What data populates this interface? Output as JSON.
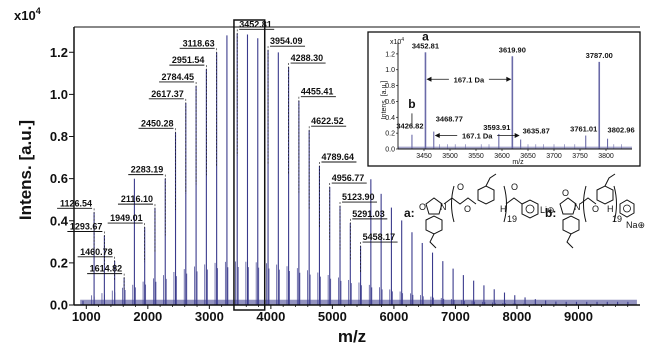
{
  "chart_data": [
    {
      "type": "line",
      "title": "",
      "xlabel": "m/z",
      "ylabel": "Intens. [a.u.]",
      "y_multiplier": "x10",
      "y_multiplier_exp": "4",
      "xlim": [
        800,
        10000
      ],
      "ylim": [
        0,
        1.32
      ],
      "x_ticks": [
        1000,
        2000,
        3000,
        4000,
        5000,
        6000,
        7000,
        8000,
        9000
      ],
      "x_tick_labels": [
        "1000",
        "2000",
        "3000",
        "4000",
        "5000",
        "6000",
        "7000",
        "8000",
        "9000"
      ],
      "y_ticks": [
        0.0,
        0.2,
        0.4,
        0.6,
        0.8,
        1.0,
        1.2
      ],
      "y_tick_labels": [
        "0.0",
        "0.2",
        "0.4",
        "0.6",
        "0.8",
        "1.0",
        "1.2"
      ],
      "series_color": "#3a3a8c",
      "highlight_box_x": [
        3400,
        3900
      ],
      "labeled_peaks": [
        {
          "x": 1126.54,
          "y": 0.44,
          "label": "1126.54"
        },
        {
          "x": 1293.67,
          "y": 0.33,
          "label": "1293.67"
        },
        {
          "x": 1460.78,
          "y": 0.21,
          "label": "1460.78"
        },
        {
          "x": 1614.82,
          "y": 0.13,
          "label": "1614.82"
        },
        {
          "x": 1949.01,
          "y": 0.37,
          "label": "1949.01"
        },
        {
          "x": 2116.1,
          "y": 0.46,
          "label": "2116.10"
        },
        {
          "x": 2283.19,
          "y": 0.6,
          "label": "2283.19"
        },
        {
          "x": 2450.28,
          "y": 0.82,
          "label": "2450.28"
        },
        {
          "x": 2617.37,
          "y": 0.96,
          "label": "2617.37"
        },
        {
          "x": 2784.45,
          "y": 1.04,
          "label": "2784.45"
        },
        {
          "x": 2951.54,
          "y": 1.12,
          "label": "2951.54"
        },
        {
          "x": 3118.63,
          "y": 1.2,
          "label": "3118.63"
        },
        {
          "x": 3452.81,
          "y": 1.29,
          "label": "3452.81"
        },
        {
          "x": 3954.09,
          "y": 1.21,
          "label": "3954.09"
        },
        {
          "x": 4288.3,
          "y": 1.13,
          "label": "4288.30"
        },
        {
          "x": 4455.41,
          "y": 0.97,
          "label": "4455.41"
        },
        {
          "x": 4622.52,
          "y": 0.83,
          "label": "4622.52"
        },
        {
          "x": 4789.64,
          "y": 0.66,
          "label": "4789.64"
        },
        {
          "x": 4956.77,
          "y": 0.56,
          "label": "4956.77"
        },
        {
          "x": 5123.9,
          "y": 0.47,
          "label": "5123.90"
        },
        {
          "x": 5291.03,
          "y": 0.39,
          "label": "5291.03"
        },
        {
          "x": 5458.17,
          "y": 0.28,
          "label": "5458.17"
        }
      ],
      "peak_spacing": 167.1,
      "envelope": {
        "start": 900,
        "end": 9900,
        "peak_x": 3452.81,
        "peak_y": 1.29
      }
    },
    {
      "type": "line",
      "title": "",
      "xlabel": "m/z",
      "ylabel": "Intens. [a.u.]",
      "y_multiplier": "x10",
      "y_multiplier_exp": "4",
      "xlim": [
        3400,
        3850
      ],
      "ylim": [
        0,
        1.35
      ],
      "x_ticks": [
        3450,
        3500,
        3550,
        3600,
        3650,
        3700,
        3750,
        3800
      ],
      "x_tick_labels": [
        "3450",
        "3500",
        "3550",
        "3600",
        "3650",
        "3700",
        "3750",
        "3800"
      ],
      "y_ticks": [
        0.0,
        0.2,
        0.4,
        0.6,
        0.8,
        1.0,
        1.2
      ],
      "y_tick_labels": [
        "0.0",
        "0.2",
        "0.4",
        "0.6",
        "0.8",
        "1.0",
        "1.2"
      ],
      "peaks": [
        {
          "x": 3426.82,
          "y": 0.18,
          "label": "3426.82"
        },
        {
          "x": 3452.81,
          "y": 1.22,
          "label": "3452.81"
        },
        {
          "x": 3468.77,
          "y": 0.22,
          "label": "3468.77"
        },
        {
          "x": 3593.91,
          "y": 0.19,
          "label": "3593.91"
        },
        {
          "x": 3619.9,
          "y": 1.17,
          "label": "3619.90"
        },
        {
          "x": 3635.87,
          "y": 0.12,
          "label": "3635.87"
        },
        {
          "x": 3761.01,
          "y": 0.17,
          "label": "3761.01"
        },
        {
          "x": 3787.0,
          "y": 1.1,
          "label": "3787.00"
        },
        {
          "x": 3802.96,
          "y": 0.13,
          "label": "3802.96"
        }
      ],
      "annotations": [
        {
          "text": "a",
          "x": 3452.81
        },
        {
          "text": "b",
          "x": 3426.82
        },
        {
          "text": "167.1 Da",
          "from": 3452.81,
          "to": 3619.9,
          "y": 0.88
        },
        {
          "text": "167.1 Da",
          "from": 3468.77,
          "to": 3635.87,
          "y": 0.17
        }
      ]
    }
  ],
  "structures": {
    "a_label": "a:",
    "b_label": "b:",
    "a_cation": "Li",
    "b_cation": "Na",
    "charge": "⊕",
    "repeat": "19",
    "nh": "H",
    "n": "N",
    "o": "O"
  }
}
